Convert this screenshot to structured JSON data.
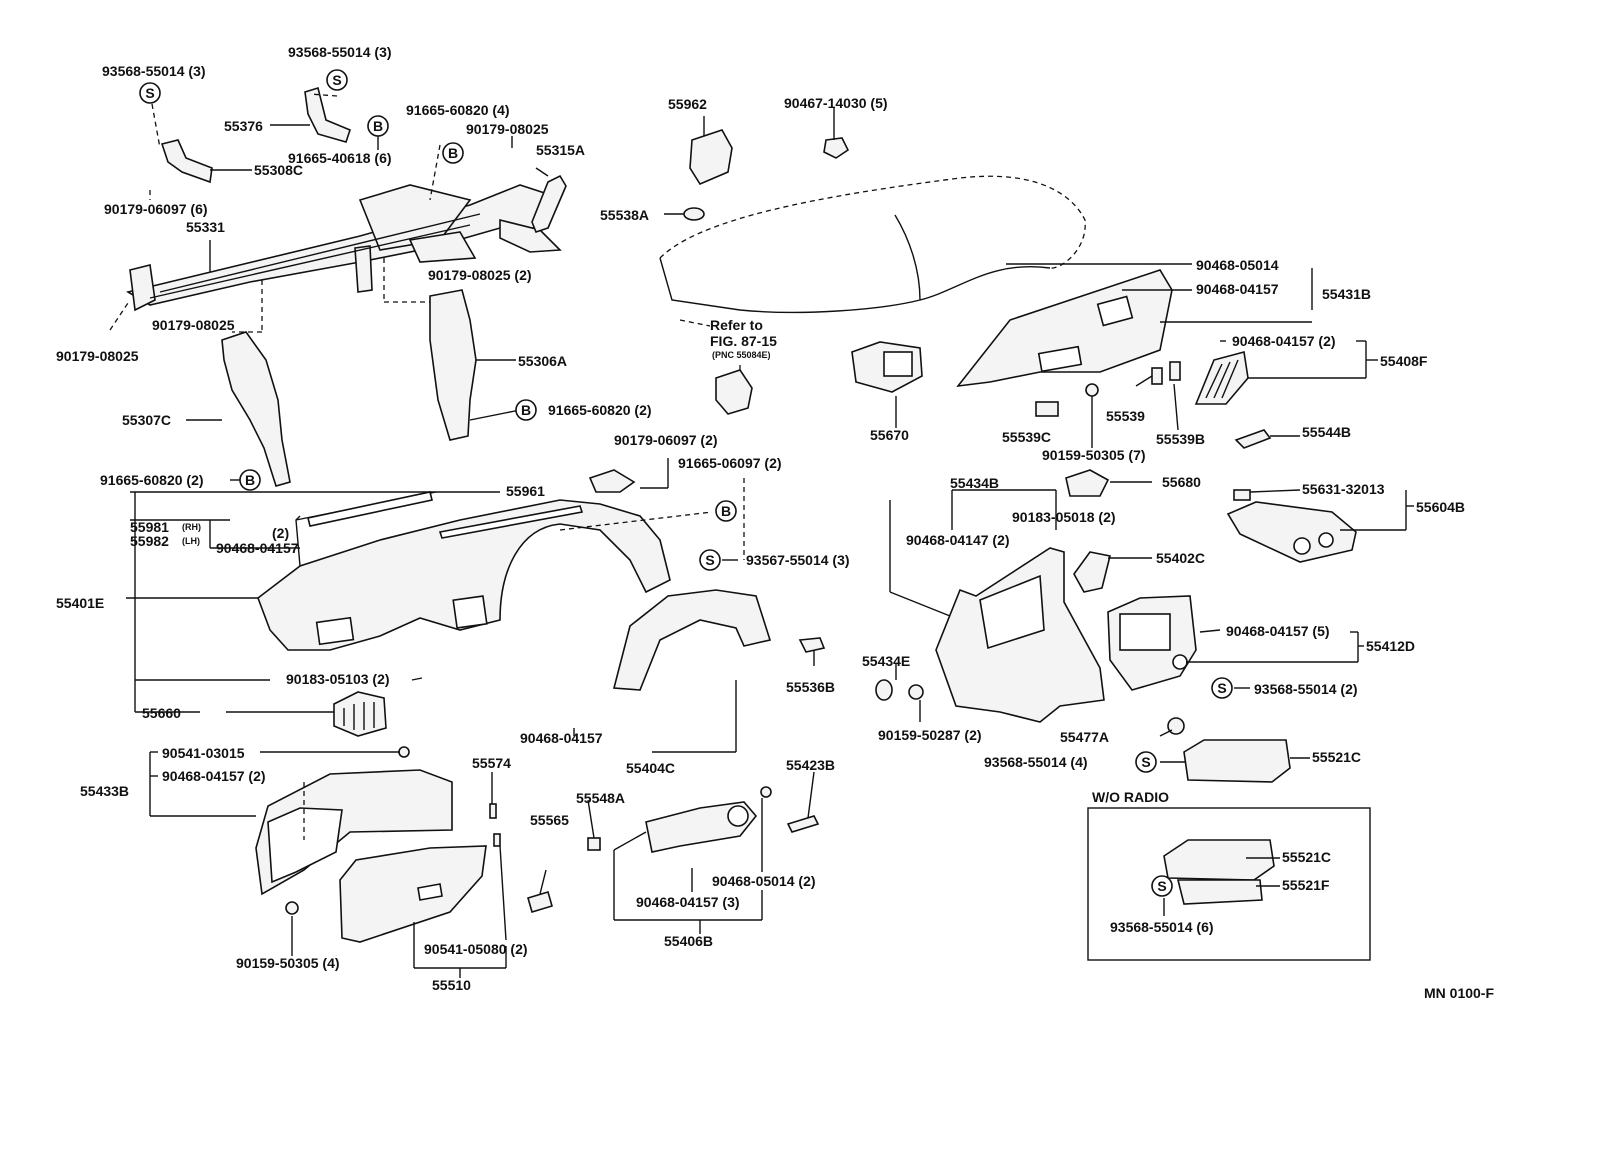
{
  "figure_code": "MN 0100-F",
  "reference_note": {
    "line1": "Refer to",
    "line2": "FIG. 87-15",
    "line3": "(PNC 55084E)"
  },
  "inset": {
    "title": "W/O RADIO"
  },
  "badges": {
    "screw": "S",
    "bolt": "B"
  },
  "labels": {
    "l93568_55014_3a": "93568-55014 (3)",
    "l93568_55014_3b": "93568-55014 (3)",
    "l55376": "55376",
    "l91665_60820_4": "91665-60820 (4)",
    "l90179_08025_top": "90179-08025",
    "l55308C": "55308C",
    "l91665_40618_6": "91665-40618 (6)",
    "l55315A": "55315A",
    "l90179_06097_6": "90179-06097 (6)",
    "l55331": "55331",
    "l90179_08025_2": "90179-08025 (2)",
    "l90179_08025_mid": "90179-08025",
    "l90179_08025_left": "90179-08025",
    "l55306A": "55306A",
    "l55307C": "55307C",
    "l91665_60820_2a": "91665-60820 (2)",
    "l91665_60820_2b": "91665-60820 (2)",
    "l55962": "55962",
    "l90467_14030_5": "90467-14030 (5)",
    "l55538A": "55538A",
    "l90468_05014": "90468-05014",
    "l90468_04157_a": "90468-04157",
    "l55431B": "55431B",
    "l90468_04157_2a": "90468-04157 (2)",
    "l55408F": "55408F",
    "l55670": "55670",
    "l55539C": "55539C",
    "l55539": "55539",
    "l55539B": "55539B",
    "l55544B": "55544B",
    "l90159_50305_7": "90159-50305 (7)",
    "l90179_06097_2": "90179-06097 (2)",
    "l91665_06097_2": "91665-06097 (2)",
    "l55961": "55961",
    "l55981": "55981",
    "l55981_rh": "(RH)",
    "l55982": "55982",
    "l55982_lh": "(LH)",
    "l2": "(2)",
    "l90468_04157_b": "90468-04157",
    "l93567_55014_3": "93567-55014 (3)",
    "l55401E": "55401E",
    "l90183_05103_2": "90183-05103 (2)",
    "l55660": "55660",
    "l55536B": "55536B",
    "l90468_04157_c": "90468-04157",
    "l55404C": "55404C",
    "l55434B": "55434B",
    "l55680": "55680",
    "l55631_32013": "55631-32013",
    "l55604B": "55604B",
    "l90183_05018_2": "90183-05018 (2)",
    "l90468_04147_2": "90468-04147 (2)",
    "l55402C": "55402C",
    "l90468_04157_5": "90468-04157 (5)",
    "l55412D": "55412D",
    "l55434E": "55434E",
    "l93568_55014_2": "93568-55014 (2)",
    "l90159_50287_2": "90159-50287 (2)",
    "l55477A": "55477A",
    "l93568_55014_4": "93568-55014 (4)",
    "l55521C": "55521C",
    "l90541_03015": "90541-03015",
    "l90468_04157_2b": "90468-04157 (2)",
    "l55433B": "55433B",
    "l55574": "55574",
    "l55548A": "55548A",
    "l55423B": "55423B",
    "l55565": "55565",
    "l90468_05014_2": "90468-05014 (2)",
    "l90468_04157_3": "90468-04157 (3)",
    "l55406B": "55406B",
    "l90541_05080_2": "90541-05080 (2)",
    "l90159_50305_4": "90159-50305 (4)",
    "l55510": "55510",
    "l55521C_inset": "55521C",
    "l55521F": "55521F",
    "l93568_55014_6": "93568-55014 (6)"
  }
}
